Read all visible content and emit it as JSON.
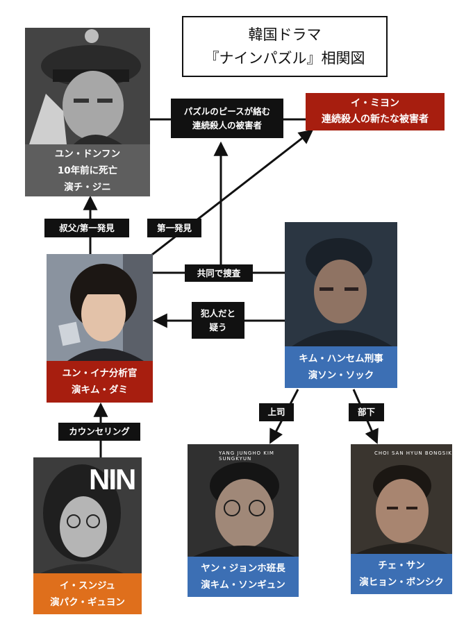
{
  "title": {
    "line1": "韓国ドラマ",
    "line2": "『ナインパズル』相関図"
  },
  "victim": {
    "line1": "イ・ミヨン",
    "line2": "連続殺人の新たな被害者"
  },
  "characters": {
    "dongfun": {
      "line1": "ユン・ドンフン",
      "line2": "10年前に死亡",
      "line3": "演チ・ジニ",
      "color": "#5e5e5e"
    },
    "ina": {
      "line1": "ユン・イナ分析官",
      "line2": "演キム・ダミ",
      "color": "#a71e0f"
    },
    "hansem": {
      "line1": "キム・ハンセム刑事",
      "line2": "演ソン・ソック",
      "color": "#3c6fb4"
    },
    "sunju": {
      "line1": "イ・スンジュ",
      "line2": "演パク・ギュヨン",
      "color": "#df6f1c"
    },
    "jongho": {
      "line1": "ヤン・ジョンホ班長",
      "line2": "演キム・ソンギュン",
      "color": "#3c6fb4",
      "photo_text": "YANG JUNGHO  KIM SUNGKYUN"
    },
    "san": {
      "line1": "チェ・サン",
      "line2": "演ヒョン・ボンシク",
      "color": "#3c6fb4",
      "photo_text": "CHOI SAN  HYUN BONGSIK"
    }
  },
  "relations": {
    "puzzle": {
      "line1": "パズルのピースが絡む",
      "line2": "連続殺人の被害者"
    },
    "uncle": "叔父/第一発見",
    "first_find": "第一発見",
    "joint": "共同で捜査",
    "suspect": {
      "line1": "犯人だと",
      "line2": "疑う"
    },
    "counseling": "カウンセリング",
    "boss": "上司",
    "subordinate": "部下"
  },
  "poster_text": "NIN"
}
